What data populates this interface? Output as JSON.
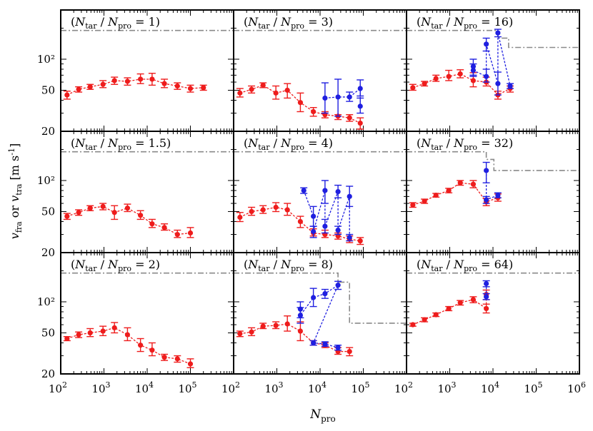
{
  "figure": {
    "ylabel": {
      "main1": "v",
      "sub1": "fra",
      "mid": " or ",
      "main2": "v",
      "sub2": "tra",
      "unit": " [m s",
      "exp": "-1",
      "close": "]"
    },
    "xlabel": {
      "main": "N",
      "sub": "pro"
    },
    "panel_title_parts": {
      "open": "(N",
      "sub1": "tar",
      "slash": " / N",
      "sub2": "pro",
      "eq": " = ",
      "close": ")"
    }
  },
  "colors": {
    "fragment": "#ee1c1c",
    "transfer": "#1f1fe0",
    "threshold": "#8a8a8a",
    "frame": "#000000"
  },
  "axes": {
    "x_scale": "log",
    "y_scale": "log",
    "x_columns": [
      {
        "xlim": [
          100,
          1000000
        ],
        "ticks": [
          100,
          1000,
          10000,
          100000
        ],
        "tick_labels": [
          {
            "base": "10",
            "exp": "2"
          },
          {
            "base": "10",
            "exp": "3"
          },
          {
            "base": "10",
            "exp": "4"
          },
          {
            "base": "10",
            "exp": "5"
          }
        ]
      },
      {
        "xlim": [
          100,
          1000000
        ],
        "ticks": [
          100,
          1000,
          10000,
          100000
        ],
        "tick_labels": [
          {
            "base": "10",
            "exp": "2"
          },
          {
            "base": "10",
            "exp": "3"
          },
          {
            "base": "10",
            "exp": "4"
          },
          {
            "base": "10",
            "exp": "5"
          }
        ]
      },
      {
        "xlim": [
          100,
          1000000
        ],
        "ticks": [
          100,
          1000,
          10000,
          100000,
          1000000
        ],
        "tick_labels": [
          {
            "base": "10",
            "exp": "2"
          },
          {
            "base": "10",
            "exp": "3"
          },
          {
            "base": "10",
            "exp": "4"
          },
          {
            "base": "10",
            "exp": "5"
          },
          {
            "base": "10",
            "exp": "6"
          }
        ]
      }
    ],
    "ylim": [
      20,
      300
    ],
    "y_ticks": [
      20,
      50,
      100
    ],
    "y_tick_labels": [
      "20",
      "50",
      "10²"
    ]
  },
  "chart_data": [
    {
      "type": "scatter",
      "ratio": "1",
      "row": 0,
      "col": 0,
      "threshold": [
        [
          100,
          190
        ],
        [
          1000000,
          190
        ]
      ],
      "series": [
        {
          "kind": "fragment",
          "points": [
            [
              140,
              45,
              41,
              49
            ],
            [
              260,
              51,
              48,
              54
            ],
            [
              480,
              54,
              51,
              57
            ],
            [
              950,
              57,
              53,
              62
            ],
            [
              1750,
              62,
              57,
              67
            ],
            [
              3500,
              61,
              56,
              66
            ],
            [
              7000,
              64,
              58,
              72
            ],
            [
              13000,
              64,
              56,
              73
            ],
            [
              25000,
              58,
              53,
              64
            ],
            [
              50000,
              55,
              51,
              59
            ],
            [
              100000,
              52,
              48,
              56
            ],
            [
              200000,
              53,
              50,
              56
            ]
          ]
        }
      ]
    },
    {
      "type": "scatter",
      "ratio": "3",
      "row": 0,
      "col": 1,
      "threshold": [
        [
          100,
          190
        ],
        [
          1000000,
          190
        ]
      ],
      "series": [
        {
          "kind": "fragment",
          "points": [
            [
              140,
              47,
              43,
              52
            ],
            [
              260,
              51,
              47,
              55
            ],
            [
              480,
              56,
              53,
              59
            ],
            [
              950,
              47,
              41,
              55
            ],
            [
              1750,
              50,
              42,
              58
            ],
            [
              3500,
              38,
              31,
              47
            ],
            [
              7000,
              31,
              28,
              34
            ],
            [
              13000,
              29,
              27,
              31
            ],
            [
              26000,
              28,
              26,
              29
            ],
            [
              48000,
              27,
              25,
              29
            ],
            [
              85000,
              24,
              21,
              27
            ]
          ]
        },
        {
          "kind": "transfer",
          "points": [
            [
              13000,
              42,
              30,
              59
            ],
            [
              26000,
              43,
              28,
              64
            ],
            [
              48000,
              43,
              39,
              48
            ],
            [
              85000,
              52,
              44,
              63
            ],
            [
              85000,
              35,
              30,
              42
            ]
          ]
        }
      ]
    },
    {
      "type": "scatter",
      "ratio": "16",
      "row": 0,
      "col": 2,
      "threshold": [
        [
          100,
          190
        ],
        [
          13000,
          190
        ],
        [
          13000,
          160
        ],
        [
          23000,
          160
        ],
        [
          23000,
          130
        ],
        [
          1000000,
          130
        ]
      ],
      "series": [
        {
          "kind": "fragment",
          "points": [
            [
              140,
              53,
              50,
              57
            ],
            [
              260,
              58,
              55,
              61
            ],
            [
              480,
              65,
              61,
              70
            ],
            [
              950,
              68,
              62,
              78
            ],
            [
              1750,
              72,
              66,
              79
            ],
            [
              3500,
              62,
              54,
              74
            ],
            [
              7000,
              60,
              55,
              67
            ],
            [
              13000,
              45,
              41,
              49
            ],
            [
              25000,
              52,
              48,
              55
            ]
          ]
        },
        {
          "kind": "transfer",
          "points": [
            [
              3500,
              85,
              70,
              100
            ],
            [
              3500,
              78,
              68,
              90
            ],
            [
              7000,
              68,
              60,
              80
            ],
            [
              7000,
              140,
              120,
              160
            ],
            [
              13000,
              58,
              45,
              75
            ],
            [
              13000,
              180,
              165,
              195
            ],
            [
              25000,
              55,
              52,
              58
            ]
          ]
        }
      ]
    },
    {
      "type": "scatter",
      "ratio": "1.5",
      "row": 1,
      "col": 0,
      "threshold": [
        [
          100,
          190
        ],
        [
          1000000,
          190
        ]
      ],
      "series": [
        {
          "kind": "fragment",
          "points": [
            [
              140,
              45,
              42,
              48
            ],
            [
              260,
              49,
              46,
              52
            ],
            [
              480,
              54,
              51,
              57
            ],
            [
              950,
              56,
              52,
              60
            ],
            [
              1750,
              49,
              42,
              57
            ],
            [
              3500,
              54,
              50,
              59
            ],
            [
              7000,
              46,
              42,
              51
            ],
            [
              13000,
              38,
              35,
              42
            ],
            [
              25000,
              35,
              33,
              38
            ],
            [
              50000,
              30,
              28,
              33
            ],
            [
              100000,
              31,
              28,
              35
            ]
          ]
        }
      ]
    },
    {
      "type": "scatter",
      "ratio": "4",
      "row": 1,
      "col": 1,
      "threshold": [
        [
          100,
          190
        ],
        [
          1000000,
          190
        ]
      ],
      "series": [
        {
          "kind": "fragment",
          "points": [
            [
              140,
              44,
              40,
              49
            ],
            [
              260,
              50,
              46,
              55
            ],
            [
              480,
              52,
              48,
              57
            ],
            [
              950,
              55,
              50,
              61
            ],
            [
              1750,
              52,
              46,
              60
            ],
            [
              3500,
              40,
              35,
              45
            ],
            [
              7000,
              31,
              29,
              34
            ],
            [
              13000,
              30,
              28,
              33
            ],
            [
              26000,
              29,
              27,
              31
            ],
            [
              48000,
              27,
              25,
              29
            ],
            [
              85000,
              26,
              24,
              28
            ]
          ]
        },
        {
          "kind": "transfer",
          "points": [
            [
              4200,
              80,
              75,
              85
            ],
            [
              7000,
              45,
              36,
              56
            ],
            [
              7000,
              32,
              28,
              36
            ],
            [
              13000,
              80,
              60,
              100
            ],
            [
              13000,
              36,
              31,
              42
            ],
            [
              26000,
              78,
              68,
              90
            ],
            [
              26000,
              33,
              30,
              36
            ],
            [
              48000,
              70,
              56,
              88
            ],
            [
              48000,
              28,
              26,
              30
            ]
          ]
        }
      ]
    },
    {
      "type": "scatter",
      "ratio": "32",
      "row": 1,
      "col": 2,
      "threshold": [
        [
          100,
          190
        ],
        [
          7000,
          190
        ],
        [
          7000,
          160
        ],
        [
          10500,
          160
        ],
        [
          10500,
          125
        ],
        [
          1000000,
          125
        ]
      ],
      "series": [
        {
          "kind": "fragment",
          "points": [
            [
              140,
              58,
              55,
              61
            ],
            [
              260,
              63,
              60,
              66
            ],
            [
              480,
              72,
              69,
              75
            ],
            [
              950,
              80,
              76,
              84
            ],
            [
              1750,
              95,
              90,
              100
            ],
            [
              3500,
              92,
              85,
              100
            ],
            [
              7000,
              62,
              57,
              67
            ],
            [
              13000,
              68,
              63,
              74
            ]
          ]
        },
        {
          "kind": "transfer",
          "points": [
            [
              7000,
              125,
              95,
              150
            ],
            [
              7000,
              65,
              60,
              70
            ],
            [
              13000,
              72,
              68,
              76
            ]
          ]
        }
      ]
    },
    {
      "type": "scatter",
      "ratio": "2",
      "row": 2,
      "col": 0,
      "threshold": [
        [
          100,
          190
        ],
        [
          1000000,
          190
        ]
      ],
      "series": [
        {
          "kind": "fragment",
          "points": [
            [
              140,
              44,
              42,
              46
            ],
            [
              260,
              48,
              45,
              51
            ],
            [
              480,
              50,
              46,
              55
            ],
            [
              950,
              52,
              47,
              58
            ],
            [
              1750,
              56,
              50,
              63
            ],
            [
              3500,
              48,
              42,
              56
            ],
            [
              7000,
              38,
              33,
              44
            ],
            [
              13000,
              34,
              30,
              40
            ],
            [
              25000,
              29,
              27,
              31
            ],
            [
              50000,
              28,
              26,
              30
            ],
            [
              100000,
              25,
              23,
              28
            ]
          ]
        }
      ]
    },
    {
      "type": "scatter",
      "ratio": "8",
      "row": 2,
      "col": 1,
      "threshold": [
        [
          100,
          190
        ],
        [
          26000,
          190
        ],
        [
          26000,
          155
        ],
        [
          48000,
          155
        ],
        [
          48000,
          62
        ],
        [
          1000000,
          62
        ]
      ],
      "series": [
        {
          "kind": "fragment",
          "points": [
            [
              140,
              49,
              46,
              52
            ],
            [
              260,
              51,
              47,
              56
            ],
            [
              480,
              58,
              55,
              62
            ],
            [
              950,
              59,
              55,
              64
            ],
            [
              1750,
              61,
              52,
              73
            ],
            [
              3500,
              52,
              42,
              64
            ],
            [
              7000,
              40,
              38,
              42
            ],
            [
              13000,
              38,
              36,
              40
            ],
            [
              26000,
              33,
              31,
              36
            ],
            [
              48000,
              33,
              30,
              36
            ]
          ]
        },
        {
          "kind": "transfer",
          "points": [
            [
              3500,
              85,
              70,
              100
            ],
            [
              3500,
              74,
              62,
              88
            ],
            [
              7000,
              110,
              90,
              135
            ],
            [
              13000,
              120,
              108,
              132
            ],
            [
              26000,
              145,
              132,
              158
            ],
            [
              7000,
              40,
              38,
              42
            ],
            [
              13000,
              39,
              37,
              41
            ],
            [
              26000,
              36,
              34,
              38
            ]
          ]
        }
      ]
    },
    {
      "type": "scatter",
      "ratio": "64",
      "row": 2,
      "col": 2,
      "threshold": [
        [
          100,
          190
        ],
        [
          1000000,
          190
        ]
      ],
      "series": [
        {
          "kind": "fragment",
          "points": [
            [
              140,
              60,
              58,
              62
            ],
            [
              260,
              67,
              64,
              70
            ],
            [
              480,
              75,
              72,
              78
            ],
            [
              950,
              86,
              82,
              90
            ],
            [
              1750,
              98,
              93,
              103
            ],
            [
              3500,
              105,
              98,
              112
            ],
            [
              7000,
              86,
              78,
              95
            ],
            [
              7000,
              118,
              105,
              130
            ]
          ]
        },
        {
          "kind": "transfer",
          "points": [
            [
              7000,
              150,
              140,
              160
            ],
            [
              7000,
              112,
              105,
              120
            ]
          ]
        }
      ]
    }
  ]
}
